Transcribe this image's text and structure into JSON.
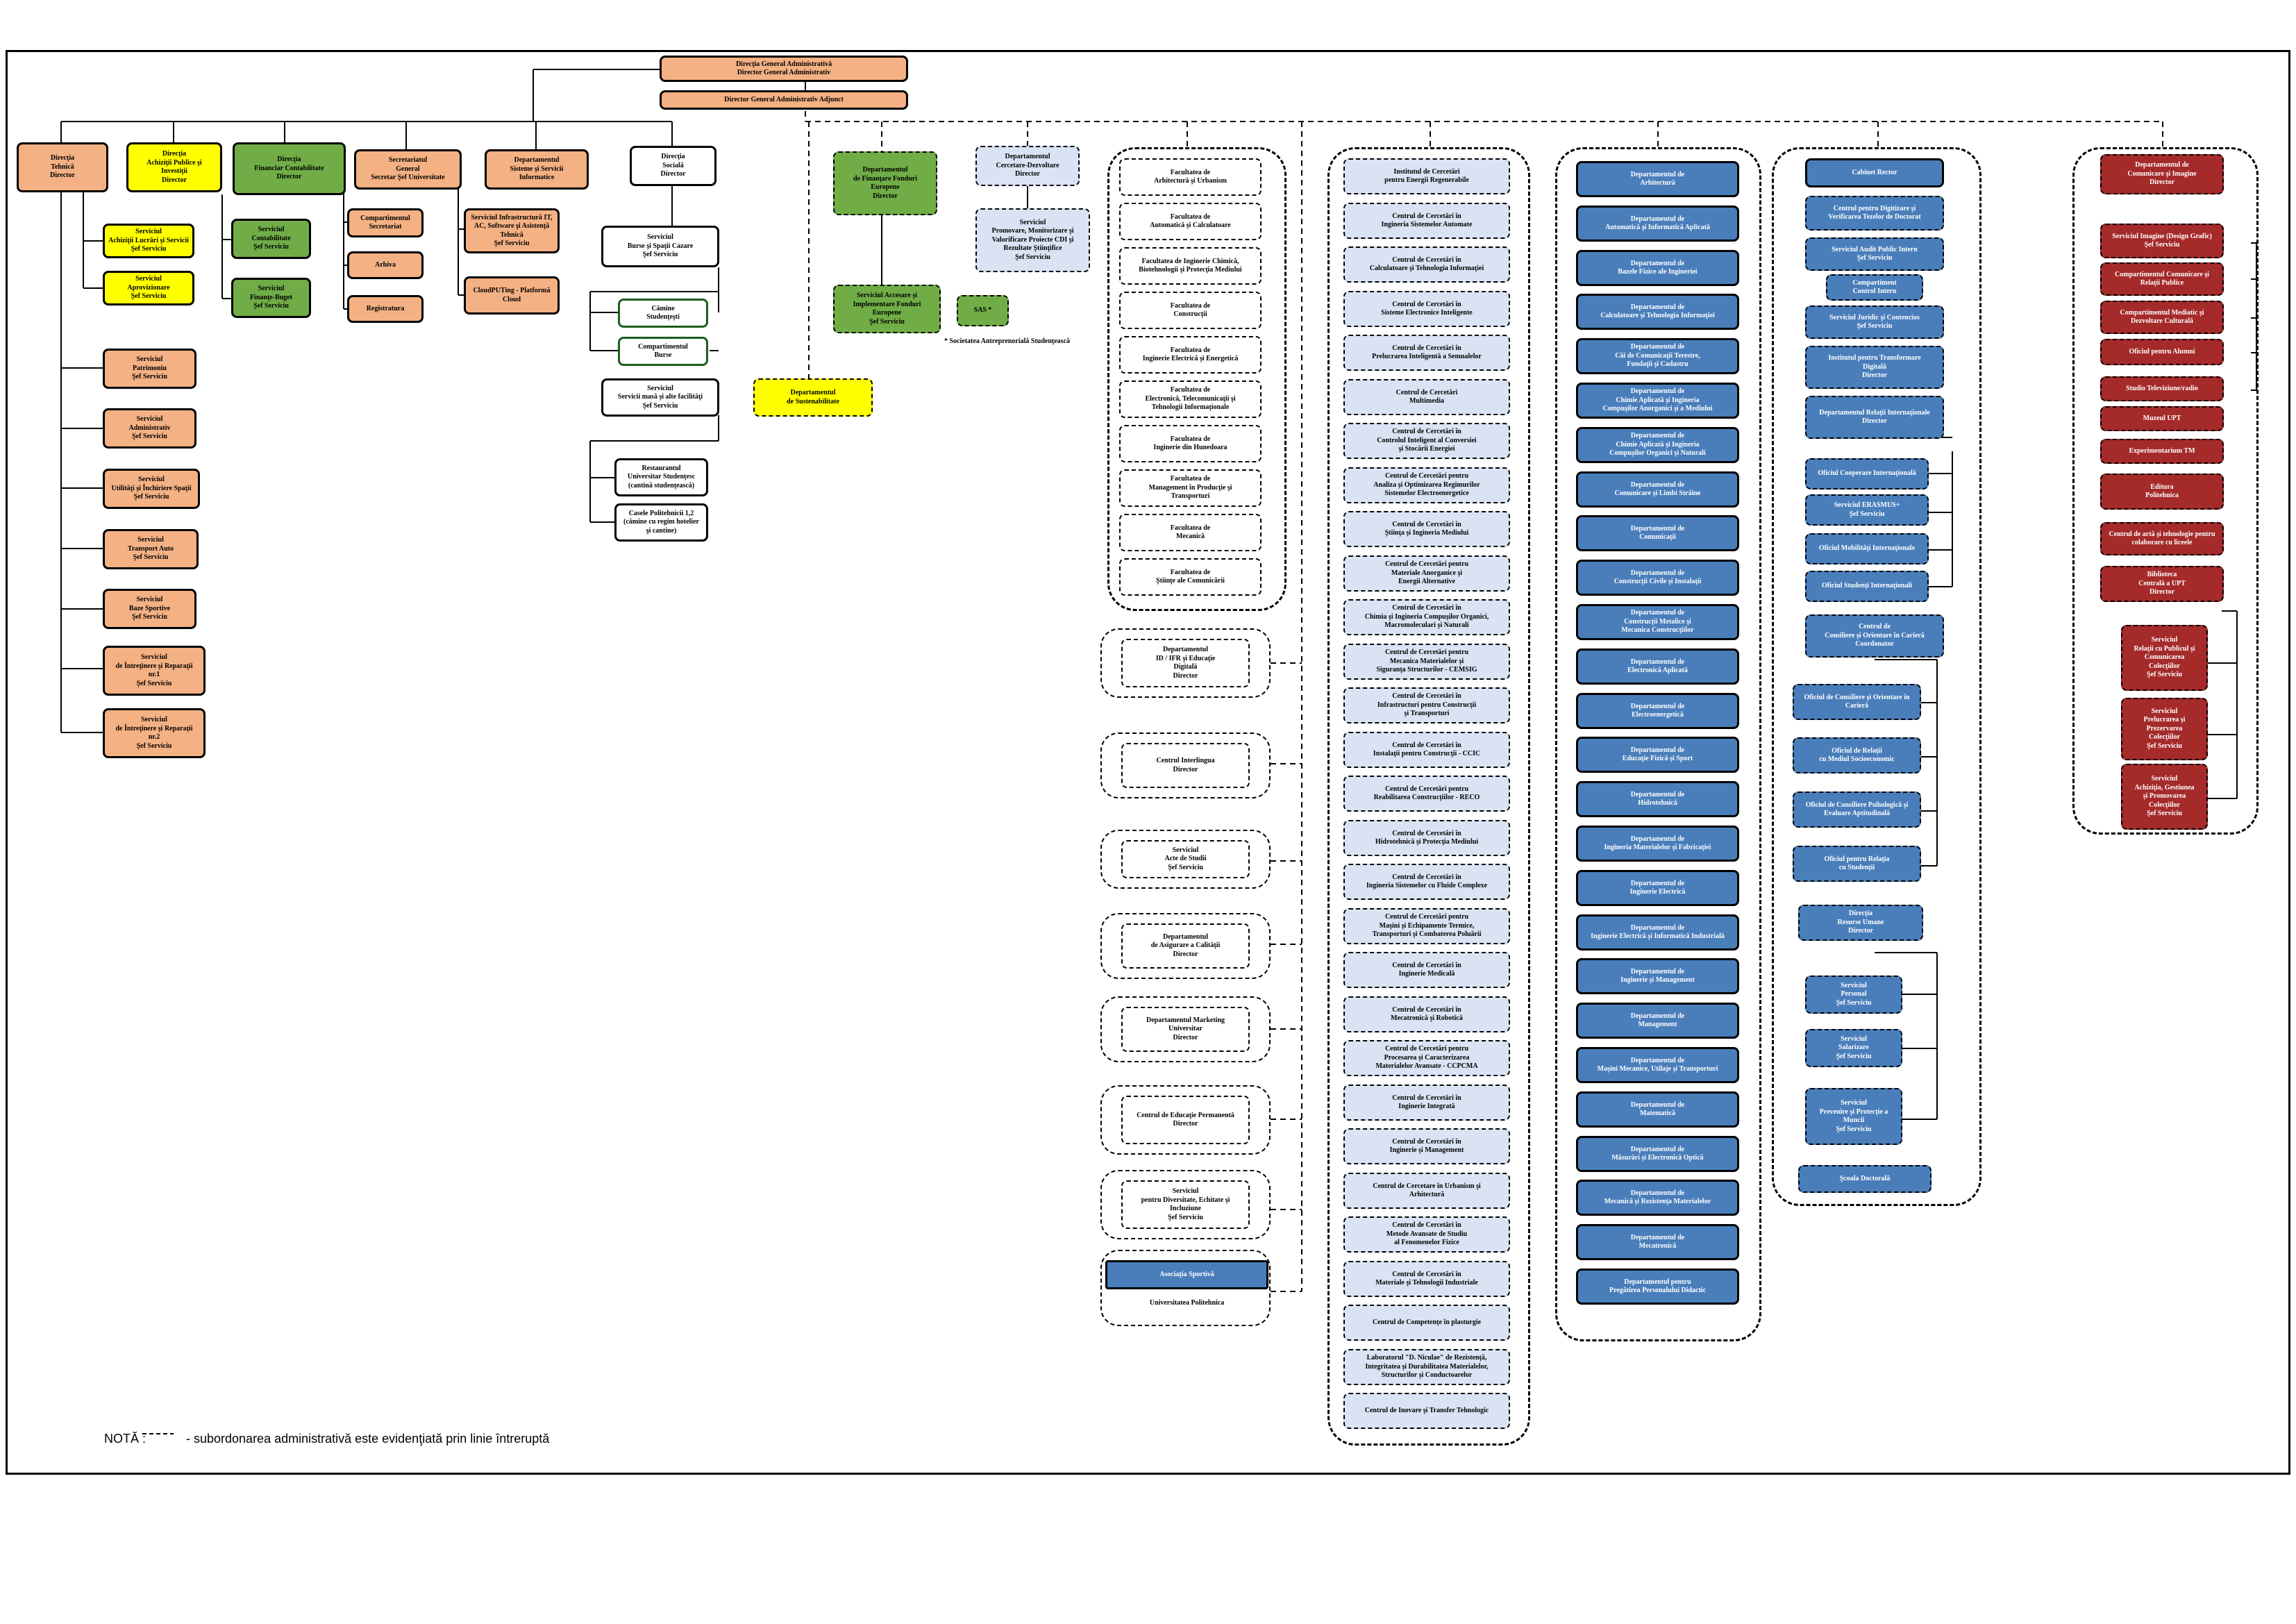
{
  "top": {
    "dga": "Direcţia General Administrativă\nDirector General Administrativ",
    "dgaa": "Director General Administrativ Adjunct"
  },
  "admin": {
    "dt": "Direcţia\nTehnică\nDirector",
    "dap": "Direcţia\nAchiziţii Publice şi\nInvestiţii\nDirector",
    "dfc": "Direcţia\nFinanciar Contabilitate\nDirector",
    "sg": "Secretariatul\nGeneral\nSecretar Şef Universitate",
    "dssi": "Departamentul\nSisteme şi Servicii\nInformatice",
    "ds": "Direcţia\nSocială\nDirector",
    "ds_sub": [
      "Serviciul\nBurse şi Spaţii Cazare\nŞef Serviciu",
      "Cămine\nStudenţeşti",
      "Compartimentul\nBurse",
      "Serviciul\nServicii masă şi alte facilităţi\nŞef Serviciu",
      "Restaurantul\nUniversitar Studenţesc\n(cantină studenţească)",
      "Casele Politehnicii 1,2\n(cămine cu regim hotelier\nşi cantine)"
    ],
    "dap_sub": [
      "Serviciul\nAchiziţii Lucrări şi Servicii\nŞef Serviciu",
      "Serviciul\nAprovizionare\nŞef Serviciu"
    ],
    "dfc_sub": [
      "Serviciul\nContabilitate\nŞef Serviciu",
      "Serviciul\nFinanţe-Buget\nŞef Serviciu"
    ],
    "sg_sub": [
      "Compartimentul\nSecretariat",
      "Arhiva",
      "Registratura"
    ],
    "dssi_sub": [
      "Serviciul Infrastructură IT,\nAC, Software şi Asistenţă\nTehnică\nŞef Serviciu",
      "CloudPUTing - Platformă\nCloud"
    ],
    "dt_sub": [
      "Serviciul\nPatrimoniu\nŞef Serviciu",
      "Serviciul\nAdministrativ\nŞef Serviciu",
      "Serviciul\nUtilităţi şi Închiriere Spaţii\nŞef Serviciu",
      "Serviciul\nTransport Auto\nŞef Serviciu",
      "Serviciul\nBaze Sportive\nŞef Serviciu",
      "Serviciul\nde Întreţinere şi Reparaţii\nnr.1\nŞef Serviciu",
      "Serviciul\nde Întreţinere şi Reparaţii\nnr.2\nŞef Serviciu"
    ],
    "dsust": "Departamentul\nde Sustenabilitate"
  },
  "funds": {
    "dfpe": "Departamentul\nde Finanţare Fonduri\nEuropene\nDirector",
    "saife": "Serviciul Accesare şi\nImplementare Fonduri\nEuropene\nŞef Serviciu",
    "sas": "SAS *",
    "sas_note": "* Societatea Antreprenorială Studenţească"
  },
  "research_dept": {
    "dcd": "Departamentul\nCercetare-Dezvoltare\nDirector",
    "spm": "Serviciul\nPromovare, Monitorizare şi\nValorificare Proiecte CDI şi\nRezultate Ştiinţifice\nŞef Serviciu"
  },
  "faculties": [
    "Facultatea de\nArhitectură şi Urbanism",
    "Facultatea de\nAutomatică şi Calculatoare",
    "Facultatea de Inginerie Chimică,\nBiotehnologii şi Protecţia Mediului",
    "Facultatea de\nConstrucţii",
    "Facultatea de\nInginerie Electrică şi Energetică",
    "Facultatea de\nElectronică, Telecomunicaţii şi\nTehnologii Informaţionale",
    "Facultatea de\nInginerie din Hunedoara",
    "Facultatea de\nManagement în Producţie şi\nTransporturi",
    "Facultatea de\nMecanică",
    "Facultatea de\nŞtiinţe ale Comunicării"
  ],
  "mid_units": [
    "Departamentul\nID / IFR şi Educaţie\nDigitală\nDirector",
    "Centrul Interlingua\nDirector",
    "Serviciul\nActe de Studii\nŞef Serviciu",
    "Departamentul\nde Asigurare a Calităţii\nDirector",
    "Departamentul Marketing\nUniversitar\nDirector",
    "Centrul de Educaţie Permanentă\nDirector",
    "Serviciul\npentru Diversitate, Echitate şi\nIncluziune\nŞef Serviciu"
  ],
  "sport": {
    "as": "Asociaţia Sportivă",
    "up": "Universitatea Politehnica"
  },
  "centers": [
    "Institutul de Cercetări\npentru Energii Regenerabile",
    "Centrul de Cercetări în\nIngineria Sistemelor Automate",
    "Centrul de Cercetări în\nCalculatoare şi Tehnologia Informaţiei",
    "Centrul de Cercetări în\nSisteme Electronice Inteligente",
    "Centrul de Cercetări în\nPrelucrarea Inteligentă a Semnalelor",
    "Centrul de Cercetări\nMultimedia",
    "Centrul de Cercetări în\nControlul Inteligent al Conversiei\nşi Stocării Energiei",
    "Centrul de Cercetări pentru\nAnaliza şi Optimizarea Regimurilor\nSistemelor Electroenergetice",
    "Centrul de Cercetări în\nŞtiinţa şi Ingineria Mediului",
    "Centrul de Cercetări pentru\nMateriale Anorganice şi\nEnergii Alternative",
    "Centrul de Cercetări în\nChimia şi Ingineria Compuşilor Organici,\nMacromoleculari şi Naturali",
    "Centrul de Cercetări pentru\nMecanica Materialelor şi\nSiguranţa Structurilor - CEMSIG",
    "Centrul de Cercetări în\nInfrastructuri pentru Construcţii\nşi Transporturi",
    "Centrul de Cercetări în\nInstalaţii pentru Construcţii - CCIC",
    "Centrul de Cercetări pentru\nReabilitarea Construcţiilor - RECO",
    "Centrul de Cercetări în\nHidrotehnică şi Protecţia Mediului",
    "Centrul de Cercetări în\nIngineria Sistemelor cu Fluide Complexe",
    "Centrul de Cercetări pentru\nMaşini şi Echipamente Termice,\nTransporturi şi Combaterea Poluării",
    "Centrul de Cercetări în\nInginerie Medicală",
    "Centrul de Cercetări în\nMecatronică şi Robotică",
    "Centrul de Cercetări pentru\nProcesarea şi Caracterizarea\nMaterialelor Avansate - CCPCMA",
    "Centrul de Cercetări în\nInginerie Integrată",
    "Centrul de Cercetări în\nInginerie şi Management",
    "Centrul de Cercetare în Urbanism şi\nArhitectură",
    "Centrul de Cercetări în\nMetode Avansate de Studiu\nal Fenomenelor Fizice",
    "Centrul de Cercetări în\nMateriale şi Tehnologii Industriale",
    "Centrul de Competenţe în plasturgie",
    "Laboratorul \"D. Niculae\" de Rezistenţă,\nIntegritatea şi Durabilitatea Materialelor,\nStructurilor şi Conductoarelor",
    "Centrul de Inovare şi Transfer Tehnologic"
  ],
  "departments": [
    "Departamentul de\nArhitectură",
    "Departamentul de\nAutomatică şi Informatică Aplicată",
    "Departamentul de\nBazele Fizice ale Ingineriei",
    "Departamentul de\nCalculatoare şi Tehnologia Informaţiei",
    "Departamentul de\nCăi de Comunicaţii Terestre,\nFundaţii şi Cadastru",
    "Departamentul de\nChimie Aplicată şi Ingineria\nCompuşilor Anorganici şi a Mediului",
    "Departamentul de\nChimie Aplicată şi Ingineria\nCompuşilor Organici şi Naturali",
    "Departamentul de\nComunicare şi Limbi Străine",
    "Departamentul de\nComunicaţii",
    "Departamentul de\nConstrucţii Civile şi Instalaţii",
    "Departamentul de\nConstrucţii Metalice şi\nMecanica Construcţiilor",
    "Departamentul de\nElectronică Aplicată",
    "Departamentul de\nElectroenergetică",
    "Departamentul de\nEducaţie Fizică şi Sport",
    "Departamentul de\nHidrotehnică",
    "Departamentul de\nIngineria Materialelor şi Fabricaţiei",
    "Departamentul de\nInginerie Electrică",
    "Departamentul de\nInginerie Electrică şi Informatică Industrială",
    "Departamentul de\nInginerie şi Management",
    "Departamentul de\nManagement",
    "Departamentul de\nMaşini Mecanice, Utilaje şi Transporturi",
    "Departamentul de\nMatematică",
    "Departamentul de\nMăsurări şi Electronică Optică",
    "Departamentul de\nMecanică şi Rezistenţa Materialelor",
    "Departamentul de\nMecatronică",
    "Departamentul pentru\nPregătirea Personalului Didactic"
  ],
  "rector": {
    "cab": "Cabinet Rector",
    "cdv": "Centrul pentru Digitizare şi\nVerificarea Tezelor de Doctorat",
    "sapi": "Serviciul Audit Public Intern\nŞef Serviciu",
    "cci": "Compartiment\nControl Intern",
    "sjc": "Serviciul Juridic şi Contencios\nŞef Serviciu",
    "itd": "Institutul pentru Transformare\nDigitală\nDirector",
    "dri": "Departamentul Relaţii Internaţionale\nDirector",
    "dri_sub": [
      "Oficiul Cooperare Internaţională",
      "Serviciul ERASMUS+\nŞef Serviciu",
      "Oficiul Mobilităţi Internaţionale",
      "Oficiul Studenţi Internaţionali"
    ],
    "cco": "Centrul de\nConsiliere şi Orientare în Carieră\nCoordonator",
    "cco_sub": [
      "Oficiul de Consiliere şi Orientare în\nCarieră",
      "Oficiul de Relaţii\ncu Mediul Socioeconomic",
      "Oficiul de Consiliere Psihologică şi\nEvaluare Aptitudinală",
      "Oficiul pentru Relaţia\ncu Studenţii"
    ],
    "dru": "Direcţia\nResurse Umane\nDirector",
    "dru_sub": [
      "Serviciul\nPersonal\nŞef Serviciu",
      "Serviciul\nSalarizare\nŞef Serviciu",
      "Serviciul\nPrevenire şi Protecţie a\nMuncii\nŞef Serviciu"
    ],
    "sd": "Şcoala Doctorală"
  },
  "comm": {
    "dci": "Departamentul de\nComunicare şi Imagine\nDirector",
    "list": [
      "Serviciul Imagine (Design Grafic)\nŞef Serviciu",
      "Compartimentul Comunicare şi\nRelaţii Publice",
      "Compartimentul Mediatic şi\nDezvoltare Culturală",
      "Oficiul pentru Alumni",
      "Studio Televiziune/radio",
      "Muzeul UPT",
      "Experimentarium TM",
      "Editura\nPolitehnica",
      "Centrul de artă şi tehnologie pentru\ncolaborare cu liceele",
      "Biblioteca\nCentrală a UPT\nDirector"
    ],
    "bib_sub": [
      "Serviciul\nRelaţii cu Publicul şi\nComunicarea\nColecţiilor\nŞef Serviciu",
      "Serviciul\nPrelucrarea şi\nPrezervarea\nColecţiilor\nŞef Serviciu",
      "Serviciul\nAchiziţia, Gestiunea\nşi Promovarea\nColecţiilor\nŞef Serviciu"
    ]
  },
  "note": {
    "label": "NOTĂ :",
    "text": "- subordonarea administrativă este evidenţiată prin linie întreruptă"
  },
  "colors": {
    "salmon": "#f4b183",
    "yellow": "#ffff00",
    "green": "#70ad47",
    "light_blue": "#dae3f3",
    "blue": "#4a7ebb",
    "dark_red": "#a52a2a"
  }
}
